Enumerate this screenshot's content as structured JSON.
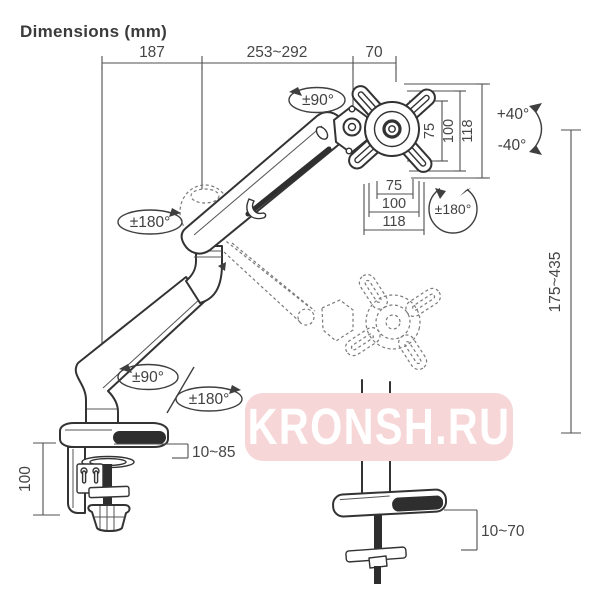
{
  "title": "Dimensions (mm)",
  "watermark": {
    "text": "KRONSH.RU",
    "bg": "#f6d6d7",
    "fg": "#ffffff"
  },
  "dims": {
    "top_left": "187",
    "top_mid": "253~292",
    "top_right": "70",
    "vesa_v": [
      "75",
      "100",
      "118"
    ],
    "vesa_h": [
      "75",
      "100",
      "118"
    ],
    "height_range": "175~435",
    "clamp_height": "100",
    "clamp_thickness": "10~85",
    "grommet_thickness": "10~70"
  },
  "angles": {
    "head_swivel": "±90°",
    "elbow_rotate": "±180°",
    "base_swivel": "±90°",
    "base_rotate": "±180°",
    "tilt_up": "+40°",
    "tilt_down": "-40°",
    "vesa_rotate": "±180°"
  },
  "colors": {
    "art_line": "#333333",
    "dim_line": "#4f4f4f",
    "dim_text": "#454545",
    "watermark_bg": "#f6d6d7",
    "watermark_text": "#ffffff"
  }
}
